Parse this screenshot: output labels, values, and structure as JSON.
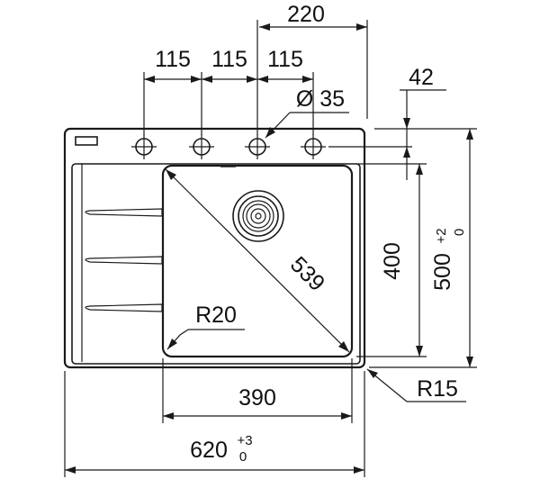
{
  "drawing": {
    "dim_top_220": "220",
    "dim_hole_1": "115",
    "dim_hole_2": "115",
    "dim_hole_3": "115",
    "dim_edge_42": "42",
    "dim_hole_diameter": "Ø 35",
    "dim_diagonal": "539",
    "dim_bowl_height": "400",
    "dim_total_height": "500",
    "dim_total_height_tol_upper": "+2",
    "dim_total_height_tol_lower": "0",
    "dim_inner_radius": "R20",
    "dim_outer_radius": "R15",
    "dim_bowl_width": "390",
    "dim_total_width": "620",
    "dim_total_width_tol_upper": "+3",
    "dim_total_width_tol_lower": "0"
  }
}
